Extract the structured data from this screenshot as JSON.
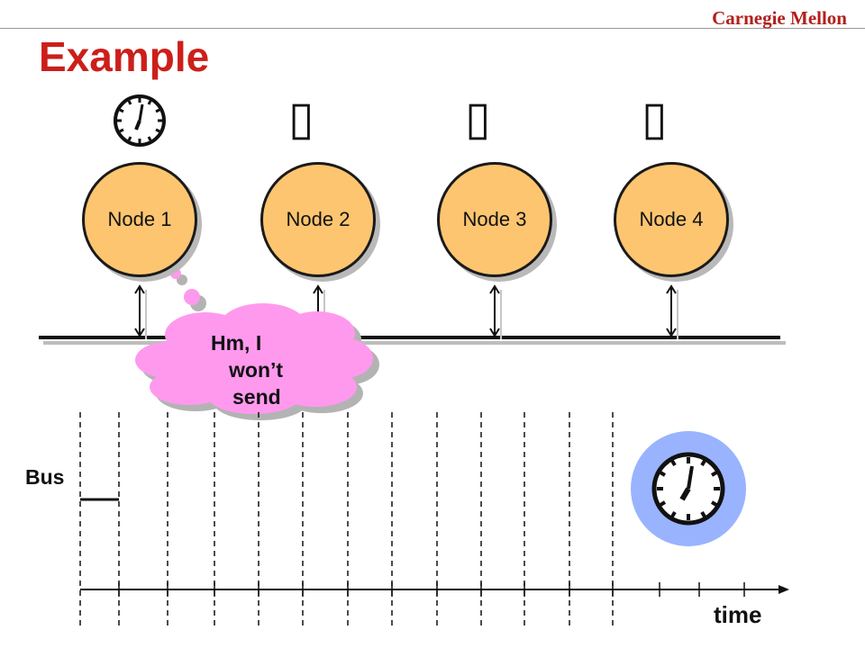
{
  "header": {
    "brand": "Carnegie Mellon",
    "title": "Example"
  },
  "nodes": [
    {
      "label": "Node 1",
      "icon": "clock-icon"
    },
    {
      "label": "Node 2",
      "icon": "unknown-glyph-icon"
    },
    {
      "label": "Node 3",
      "icon": "unknown-glyph-icon"
    },
    {
      "label": "Node 4",
      "icon": "unknown-glyph-icon"
    }
  ],
  "glyphs": {
    "unknown": "▯"
  },
  "thought": {
    "line1": "Hm, I",
    "line2": "won’t",
    "line3": "send"
  },
  "timeline": {
    "bus_label": "Bus",
    "time_label": "time"
  },
  "colors": {
    "title": "#cc1f1a",
    "brand": "#b2201b",
    "node_fill": "#fdc570",
    "thought_fill": "#ff99ee",
    "clock_disk": "#99b3ff"
  }
}
